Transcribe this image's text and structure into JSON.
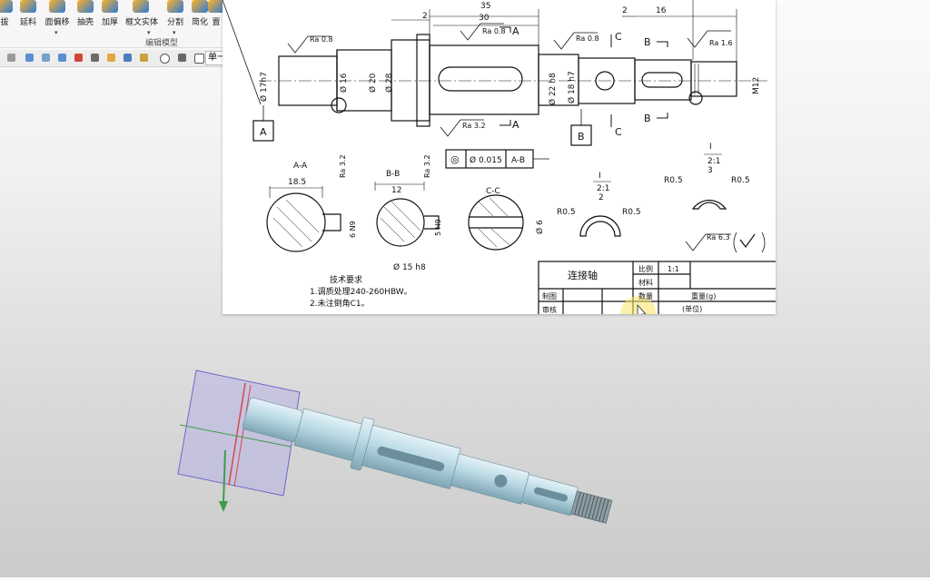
{
  "ribbon": {
    "buttons": [
      {
        "label": "拔",
        "icon": "extrude-icon"
      },
      {
        "label": "延料",
        "icon": "stock-icon"
      },
      {
        "label": "面偏移",
        "icon": "face-offset-icon"
      },
      {
        "label": "抽壳",
        "icon": "shell-icon"
      },
      {
        "label": "加厚",
        "icon": "thicken-icon"
      },
      {
        "label": "框文实体",
        "icon": "text-solid-icon"
      },
      {
        "label": "分割",
        "icon": "split-icon"
      },
      {
        "label": "简化",
        "icon": "simplify-icon"
      },
      {
        "label": "置",
        "icon": "place-icon"
      }
    ],
    "group_label": "编辑模型"
  },
  "quick_bar": {
    "selector_value": "单一"
  },
  "drawing": {
    "dims_top": [
      "35",
      "30",
      "2",
      "2",
      "16"
    ],
    "roughness": [
      "Ra 0.8",
      "Ra 0.8",
      "Ra 0.8",
      "Ra 3.2",
      "Ra 1.6"
    ],
    "section_marks": [
      "A",
      "A",
      "B",
      "B",
      "C",
      "C"
    ],
    "diameters": [
      "Ø 17h7",
      "Ø 16",
      "Ø 20",
      "Ø 28",
      "Ø 22 h8",
      "Ø 18 h7",
      "M12"
    ],
    "datum_a": "A",
    "datum_b": "B",
    "tolerance": {
      "symbol": "◎",
      "value": "Ø 0.015",
      "datum": "A-B"
    },
    "section_titles": [
      "A-A",
      "B-B",
      "C-C"
    ],
    "section_dims": [
      "18.5",
      "12",
      "6 N9",
      "5 H9",
      "Ø 15 h8",
      "Ø 6"
    ],
    "section_roughness": [
      "Ra 3.2",
      "Ra 3.2"
    ],
    "detail_scales": [
      "2:1",
      "2:1"
    ],
    "detail_dims": [
      "R0.5",
      "R0.5",
      "R0.5",
      "R0.5",
      "2",
      "3"
    ],
    "detail_marks": [
      "I",
      "I"
    ],
    "general_roughness": "Ra 6.3",
    "notes_title": "技术要求",
    "notes": [
      "1.调质处理240-260HBW。",
      "2.未注倒角C1。"
    ],
    "title_block": {
      "part_name": "连接轴",
      "scale_label": "比例",
      "scale_value": "1:1",
      "material_label": "材料",
      "drawn_label": "制图",
      "checked_label": "审核",
      "qty_label": "数量",
      "weight_label": "重量(g)",
      "unit_label": "(单位)"
    }
  },
  "colors": {
    "accent": "#2a7ad8",
    "cursor_highlight": "#f7e66a",
    "shaft": "#b9d9e4",
    "plane": "#8c84d8"
  }
}
